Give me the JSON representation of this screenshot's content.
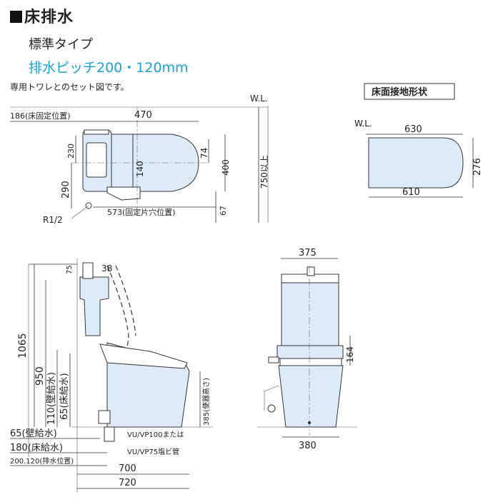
{
  "header": {
    "title": "床排水",
    "subtitle": "標準タイプ",
    "pitch": "排水ピッチ200・120mm",
    "note": "専用トワレとのセット図です。"
  },
  "top_view": {
    "wl": "W.L.",
    "fix_pos": "186(床固定位置)",
    "d470": "470",
    "d230": "230",
    "d140": "140",
    "d74": "74",
    "d400": "400",
    "d290": "290",
    "d750": "750以上",
    "d573": "573(固定片穴位置)",
    "d67": "67",
    "r12": "R1/2"
  },
  "floor_shape": {
    "label": "床面接地形状",
    "wl": "W.L.",
    "d630": "630",
    "d276": "276",
    "d610": "610"
  },
  "side_view": {
    "d75": "75",
    "d38": "38",
    "d1065": "1065",
    "d950": "950",
    "wall_supply": "110(壁給水)",
    "floor_supply": "65(床給水)",
    "seat_height": "385(便器高さ)",
    "wall65": "65(壁給水)",
    "floor180": "180(床給水)",
    "drain_pos": "200.120(排水位置)",
    "pipe1": "VU/VP100または",
    "pipe2": "VU/VP75塩ビ管",
    "d700": "700",
    "d720": "720"
  },
  "front_view": {
    "d375": "375",
    "d164": "164",
    "d380": "380"
  },
  "colors": {
    "accent": "#1aa0d6",
    "fill": "#dcebf7"
  }
}
